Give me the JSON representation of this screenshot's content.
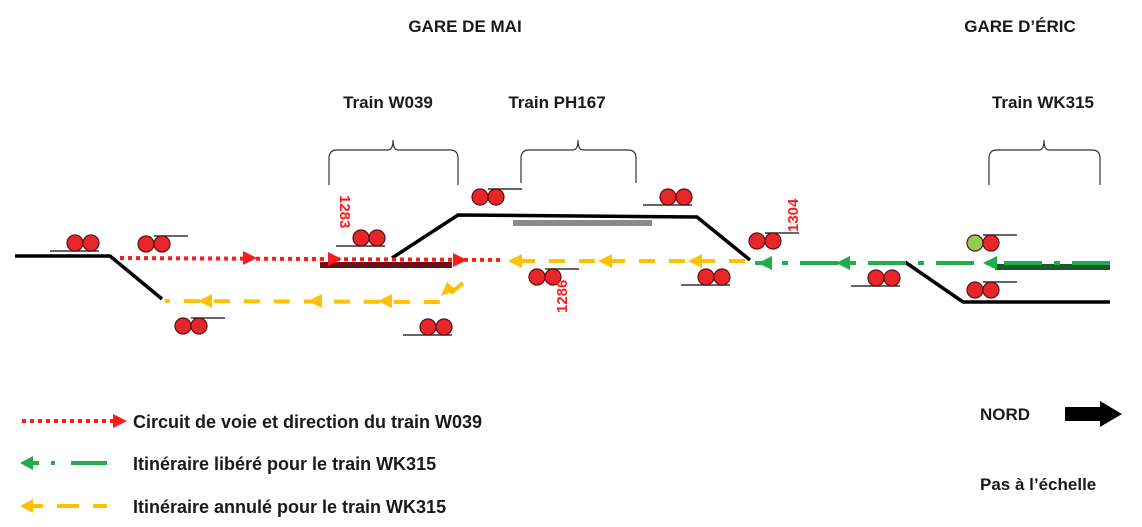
{
  "stations": {
    "mai": "GARE DE MAI",
    "eric": "GARE D’ÉRIC"
  },
  "trains": {
    "w039": "Train W039",
    "ph167": "Train PH167",
    "wk315": "Train WK315"
  },
  "track_circuits": {
    "c1283": "1283",
    "c1286": "1286",
    "c1304": "1304"
  },
  "legend": {
    "red": "Circuit de voie et direction du train W039",
    "green": "Itinéraire libéré pour le train WK315",
    "yellow": "Itinéraire annulé pour le train WK315"
  },
  "north_label": "NORD",
  "scale_note": "Pas à l’échelle",
  "colors": {
    "red": "#ff1a1a",
    "green": "#1fae4b",
    "yellow": "#ffc000",
    "signal_red": "#e8262a",
    "signal_green": "#8fce4f",
    "track": "#000000"
  }
}
